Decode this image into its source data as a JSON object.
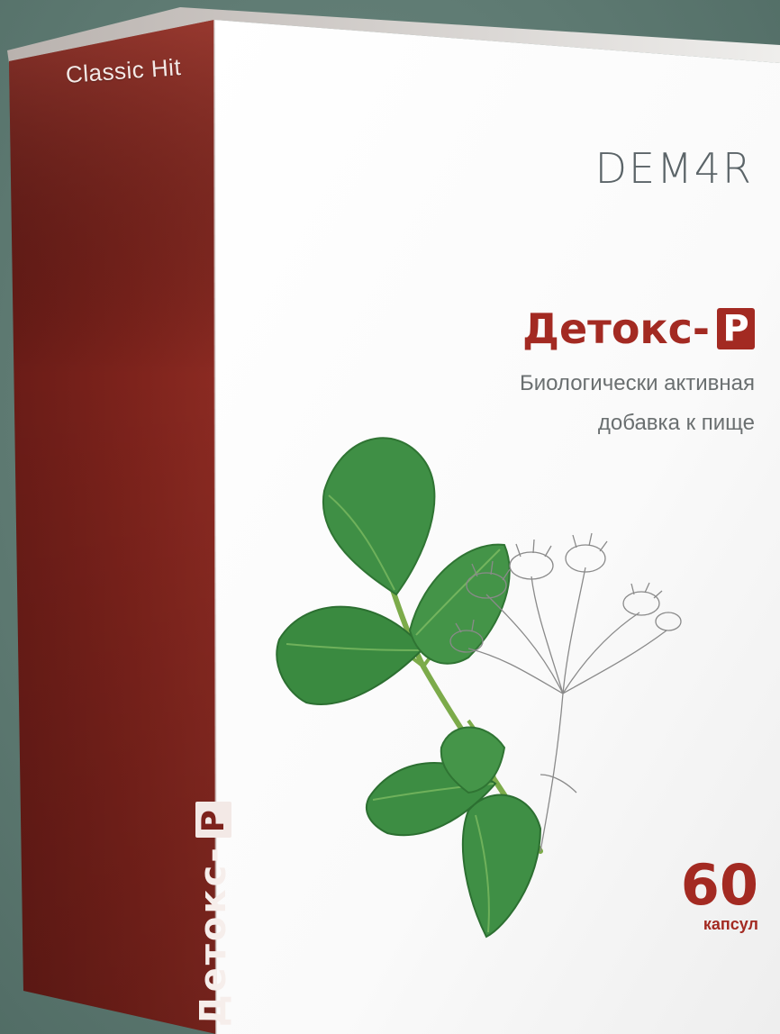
{
  "side_panel": {
    "tagline": "Classic Hit",
    "product_name": "Детокс-",
    "product_badge": "Р"
  },
  "front_panel": {
    "brand": "DEM4R",
    "product_name": "Детокс-",
    "product_badge": "Р",
    "subtitle_line1": "Биологически активная",
    "subtitle_line2": "добавка к пище",
    "count_number": "60",
    "count_unit": "капсул"
  },
  "colors": {
    "background": "#5e7a72",
    "side_panel": "#7d221c",
    "accent_red": "#a32a22",
    "leaf_green": "#3f8f45",
    "front_panel": "#ffffff"
  },
  "icons": [
    "leaf-illustration-icon",
    "flower-sketch-icon"
  ]
}
